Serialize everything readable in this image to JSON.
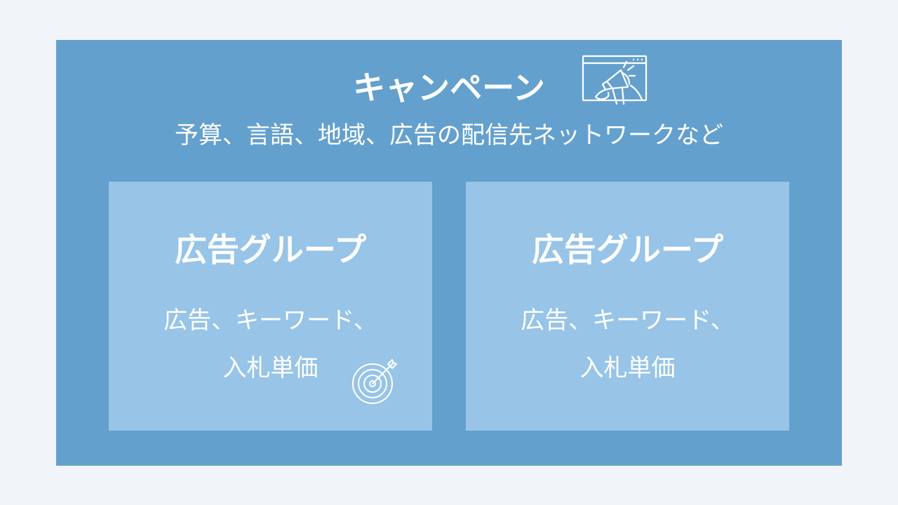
{
  "campaign": {
    "title": "キャンペーン",
    "description": "予算、言語、地域、広告の配信先ネットワークなど",
    "icon": "megaphone-window-icon"
  },
  "ad_groups": [
    {
      "title": "広告グループ",
      "line1": "広告、キーワード、",
      "line2": "入札単価",
      "icon": "target-icon"
    },
    {
      "title": "広告グループ",
      "line1": "広告、キーワード、",
      "line2": "入札単価"
    }
  ],
  "colors": {
    "background": "#f1f4f8",
    "campaign_box": "#64a0cd",
    "adgroup_box": "#97c4e7",
    "text": "#ffffff"
  }
}
